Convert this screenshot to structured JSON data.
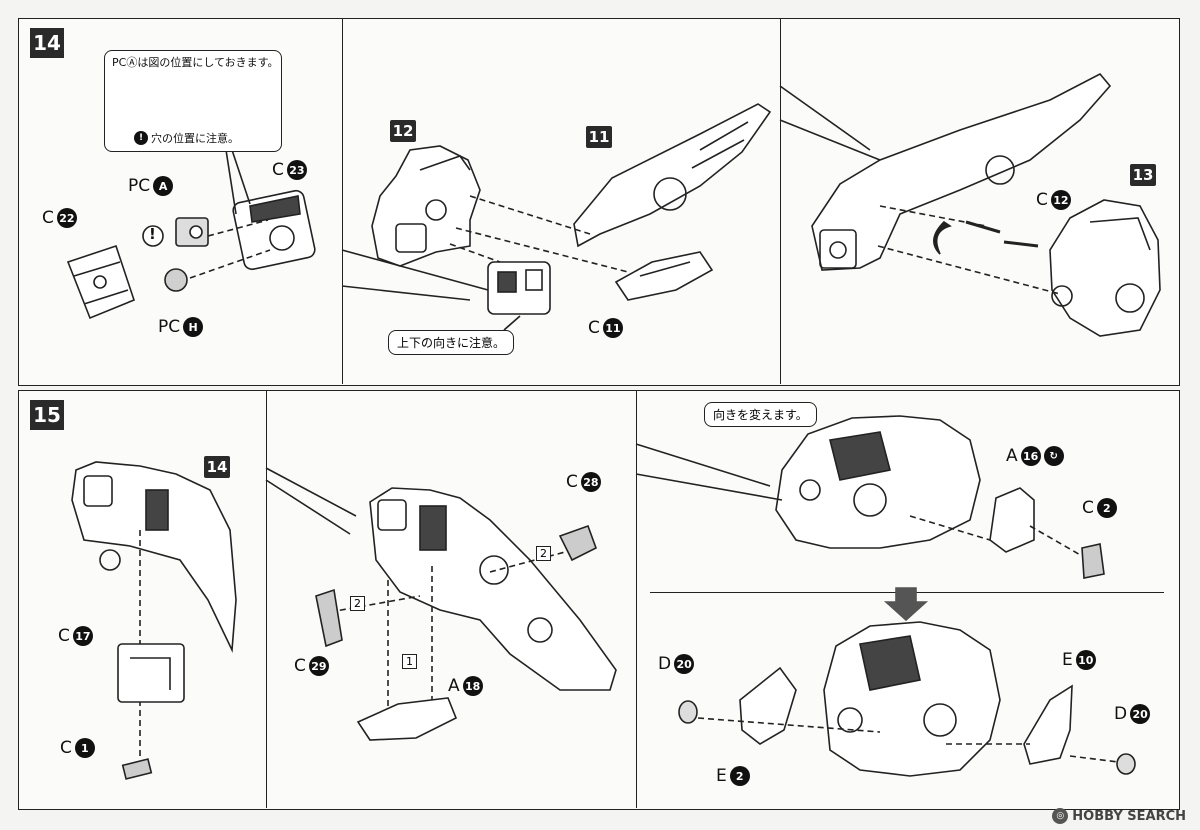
{
  "steps": {
    "s14": "14",
    "s15": "15"
  },
  "subassembly_numbers": {
    "n12": "12",
    "n11": "11",
    "n13": "13",
    "n14": "14"
  },
  "callouts": {
    "pc_a_position_note": "PCⒶは図の位置にしておきます。",
    "hole_position_note": "穴の位置に注意。",
    "up_down_note": "上下の向きに注意。",
    "change_direction_note": "向きを変えます。"
  },
  "part_labels": {
    "c22": {
      "letter": "C",
      "num": "22"
    },
    "c23": {
      "letter": "C",
      "num": "23"
    },
    "pca": {
      "letter": "PC",
      "num": "A"
    },
    "pch": {
      "letter": "PC",
      "num": "H"
    },
    "c11": {
      "letter": "C",
      "num": "11"
    },
    "c12": {
      "letter": "C",
      "num": "12"
    },
    "c17": {
      "letter": "C",
      "num": "17"
    },
    "c1": {
      "letter": "C",
      "num": "1"
    },
    "c28": {
      "letter": "C",
      "num": "28"
    },
    "c29": {
      "letter": "C",
      "num": "29"
    },
    "a18": {
      "letter": "A",
      "num": "18"
    },
    "a16": {
      "letter": "A",
      "num": "16"
    },
    "c2": {
      "letter": "C",
      "num": "2"
    },
    "d20a": {
      "letter": "D",
      "num": "20"
    },
    "e2": {
      "letter": "E",
      "num": "2"
    },
    "e10": {
      "letter": "E",
      "num": "10"
    },
    "d20b": {
      "letter": "D",
      "num": "20"
    }
  },
  "sequence_marks": {
    "one": "1",
    "two_a": "2",
    "two_b": "2"
  },
  "attention_mark": "!",
  "watermark": {
    "brand": "HOBBY SEARCH"
  }
}
